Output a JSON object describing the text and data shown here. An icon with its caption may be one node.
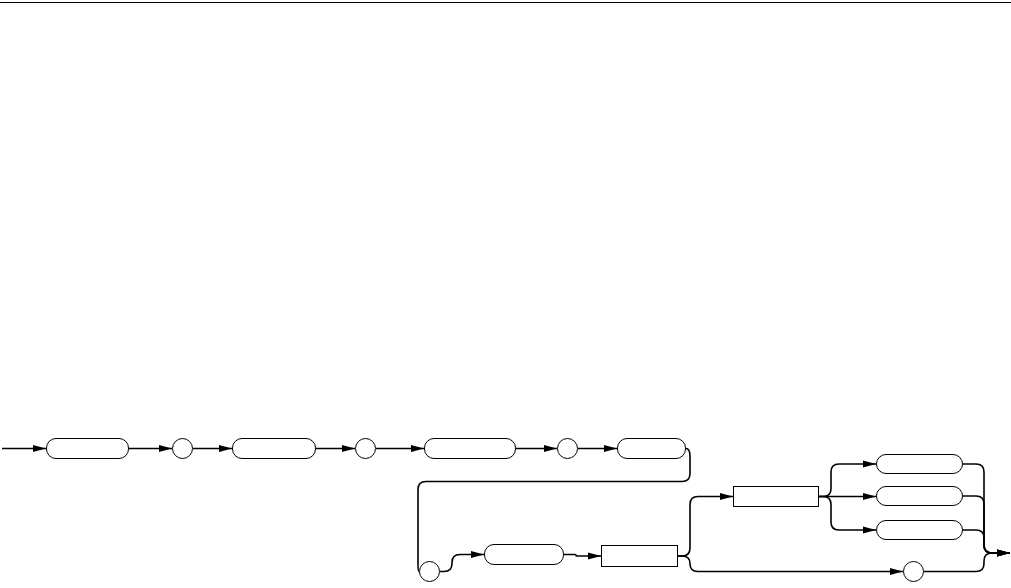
{
  "diagram": {
    "nodes": [
      {
        "text": [],
        "shape": "pill"
      },
      {
        "text": [],
        "shape": "circle"
      },
      {
        "text": [],
        "shape": "pill"
      },
      {
        "text": [],
        "shape": "circle"
      },
      {
        "text": [],
        "shape": "pill"
      },
      {
        "text": [],
        "shape": "circle"
      },
      {
        "text": [],
        "shape": "pill"
      },
      {
        "text": [],
        "shape": "circle"
      },
      {
        "text": [],
        "shape": "pill"
      },
      {
        "text": [],
        "shape": "box"
      },
      {
        "text": [],
        "shape": "box"
      },
      {
        "text": [],
        "shape": "pill"
      },
      {
        "text": [],
        "shape": "pill"
      },
      {
        "text": [],
        "shape": "pill"
      },
      {
        "text": [],
        "shape": "circle"
      }
    ],
    "edges": [
      {
        "from": null,
        "to": 0,
        "arrow": "to"
      },
      {
        "from": 0,
        "to": 1,
        "arrow": "to"
      },
      {
        "from": 1,
        "to": 2,
        "arrow": "to"
      },
      {
        "from": 2,
        "to": 3,
        "arrow": "to"
      },
      {
        "from": 3,
        "to": 4,
        "arrow": "to"
      },
      {
        "from": 4,
        "to": 5,
        "arrow": "to"
      },
      {
        "from": 5,
        "to": 6,
        "arrow": "to"
      },
      {
        "from": 6,
        "to": 7,
        "arrow": "none"
      },
      {
        "from": 7,
        "to": 8,
        "arrow": "to"
      },
      {
        "from": 8,
        "to": 9,
        "arrow": "to"
      },
      {
        "from": 9,
        "to": 10,
        "arrow": "to"
      },
      {
        "from": 9,
        "to": 14,
        "arrow": "to"
      },
      {
        "from": 10,
        "to": 11,
        "arrow": "to"
      },
      {
        "from": 10,
        "to": 12,
        "arrow": "to"
      },
      {
        "from": 10,
        "to": 13,
        "arrow": "to"
      },
      {
        "from": 11,
        "to": null,
        "arrow": "to"
      },
      {
        "from": 12,
        "to": null,
        "arrow": "to"
      },
      {
        "from": 13,
        "to": null,
        "arrow": "to"
      },
      {
        "from": 14,
        "to": null,
        "arrow": "to"
      }
    ]
  }
}
